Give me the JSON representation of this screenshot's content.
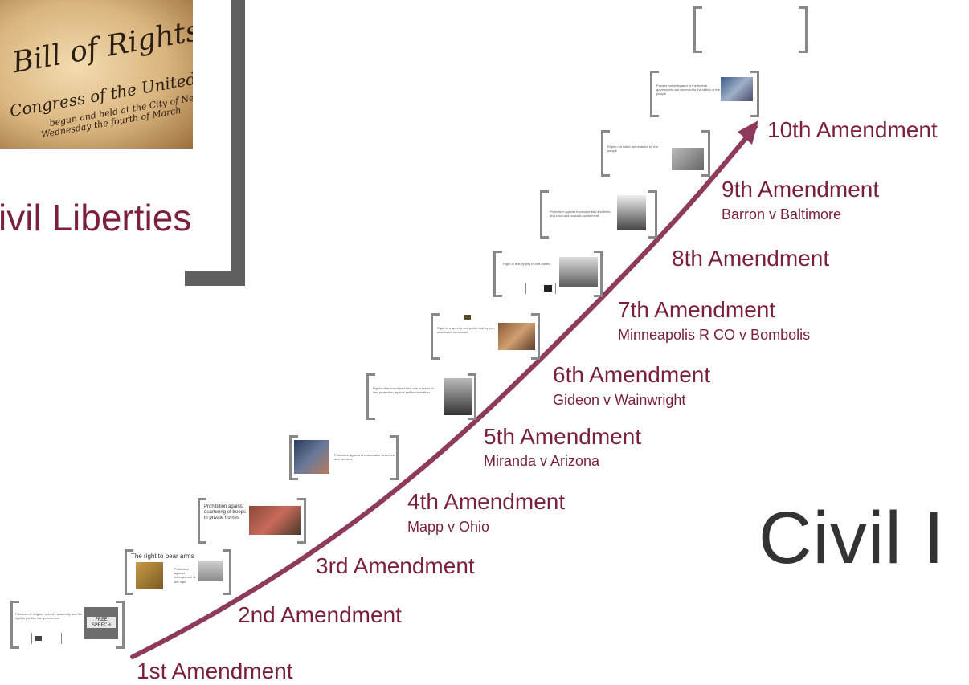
{
  "bill_image": {
    "line1": "Bill of Rights",
    "line2": "Congress of the United States",
    "line3": "begun and held at the City of New York",
    "line4": "Wednesday the fourth of March"
  },
  "left_title": "ivil Liberties",
  "right_title": "Civil I",
  "amendments": [
    {
      "label": "1st Amendment",
      "case": ""
    },
    {
      "label": "2nd Amendment",
      "case": ""
    },
    {
      "label": "3rd Amendment",
      "case": ""
    },
    {
      "label": "4th Amendment",
      "case": "Mapp v Ohio"
    },
    {
      "label": "5th Amendment",
      "case": "Miranda v Arizona"
    },
    {
      "label": "6th Amendment",
      "case": "Gideon v Wainwright"
    },
    {
      "label": "7th Amendment",
      "case": "Minneapolis R CO v Bombolis"
    },
    {
      "label": "8th Amendment",
      "case": ""
    },
    {
      "label": "9th Amendment",
      "case": "Barron v Baltimore"
    },
    {
      "label": "10th Amendment",
      "case": ""
    }
  ],
  "frames": {
    "f1": {
      "text": "Freedom of religion, speech, assembly and the right to petition the government",
      "sign": "FREE SPEECH"
    },
    "f2": {
      "title": "The right to bear arms",
      "note": "Protection against infringement of the right"
    },
    "f3": {
      "text": "Prohibition against quartering of troops in private homes"
    },
    "f4": {
      "text": "Protection against unreasonable searches and seizures"
    },
    "f5": {
      "text": "Rights of accused persons, due process of law, protection against self-incrimination"
    },
    "f6": {
      "text": "Right to a speedy and public trial by jury, assistance of counsel"
    },
    "f7": {
      "text": "Right to trial by jury in civil cases"
    },
    "f8": {
      "text": "Protection against excessive bail and fines, and cruel and unusual punishment"
    },
    "f9": {
      "text": "Rights not listed are retained by the people"
    },
    "f10": {
      "text": "Powers not delegated to the federal government are reserved to the states or the people"
    }
  },
  "colors": {
    "accent": "#7a1f3d",
    "frame": "#888888",
    "dark": "#333333"
  }
}
